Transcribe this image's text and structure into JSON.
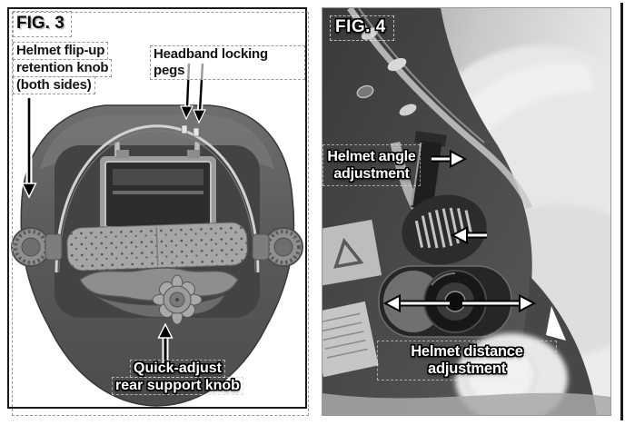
{
  "fig3": {
    "title": "FIG. 3",
    "callouts": {
      "flip_up_knob": {
        "lines": [
          "Helmet flip-up",
          "retention knob",
          "(both sides)"
        ],
        "arrow": "down-to-left-side-knob"
      },
      "locking_pegs": {
        "text": "Headband locking pegs",
        "arrow": "two-down-to-headband-pegs"
      },
      "rear_support_knob": {
        "lines": [
          "Quick-adjust",
          "rear support knob"
        ],
        "arrow": "up-to-star-knob"
      }
    }
  },
  "fig4": {
    "title": "FIG. 4",
    "callouts": {
      "angle_adjustment": {
        "lines": [
          "Helmet angle",
          "adjustment"
        ],
        "arrows": [
          "right-to-slider",
          "left-to-scale"
        ]
      },
      "distance_adjustment": {
        "text": "Helmet distance adjustment",
        "arrows": [
          "left-from-pivot",
          "right-from-pivot"
        ]
      }
    }
  },
  "colors": {
    "panel_border": "#1a1a1a",
    "dashed_annotation": "#9a9a9a",
    "label_text_dark": "#141414",
    "label_text_light": "#ffffff",
    "arrow_dark": "#000000",
    "arrow_light": "#ffffff"
  }
}
